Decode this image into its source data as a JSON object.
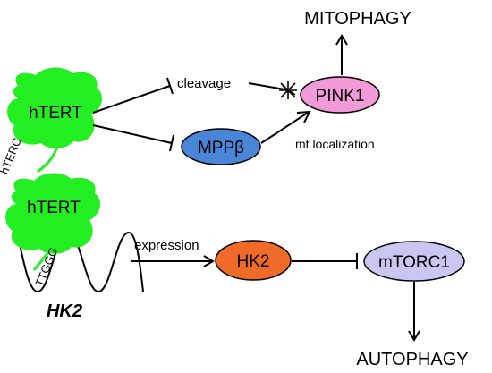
{
  "title": "MITOPHAGY",
  "bottom_title": "AUTOPHAGY",
  "nodes": {
    "htert_top": "hTERT",
    "htert_bottom": "hTERT",
    "pink1": "PINK1",
    "mpp": "MPPβ",
    "hk2": "HK2",
    "mtorc1": "mTORC1",
    "hk2_gene": "HK2"
  },
  "edges": {
    "cleavage": "cleavage",
    "mt_localization": "mt localization",
    "expression": "expression"
  },
  "annotations": {
    "hterc": "hTERC",
    "ttggg": "TTGGG"
  },
  "colors": {
    "htert": "#22ee22",
    "hterc_strand": "#22ee22",
    "pink1": "#f29ad8",
    "mpp": "#4a86d8",
    "hk2": "#f06a2a",
    "mtorc1": "#c9c6f2",
    "line": "#000000"
  }
}
